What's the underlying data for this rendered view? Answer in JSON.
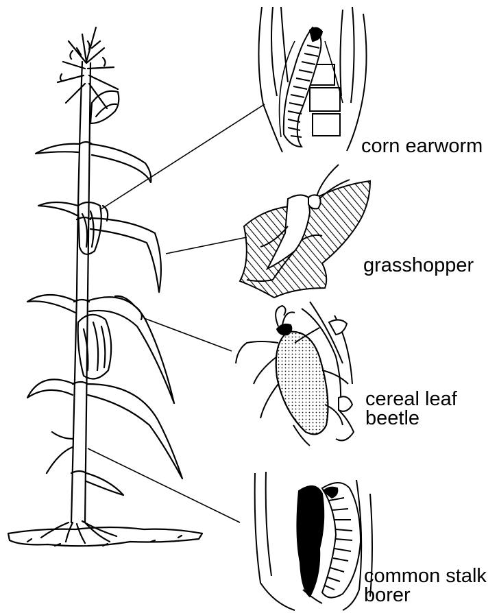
{
  "labels": {
    "corn_earworm": "corn earworm",
    "grasshopper": "grasshopper",
    "cereal_leaf_beetle": "cereal leaf beetle",
    "common_stalk_borer": "common stalk borer"
  },
  "colors": {
    "ink": "#000000",
    "background": "#ffffff"
  }
}
